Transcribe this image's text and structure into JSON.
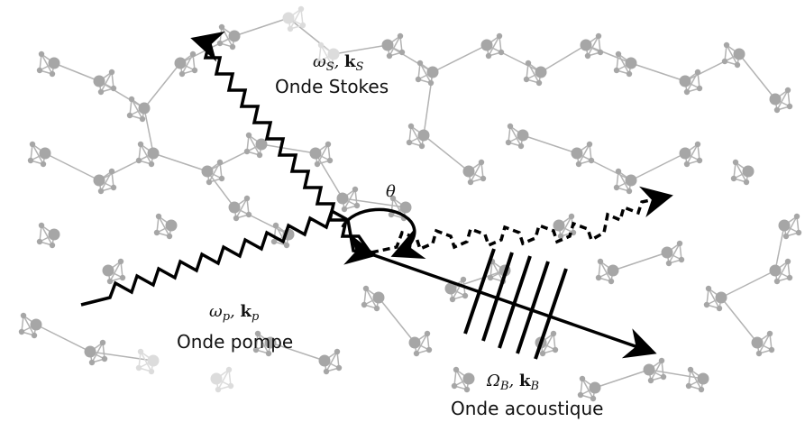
{
  "waves": {
    "stokes": {
      "omega": "ω",
      "omega_sub": "S",
      "k": "k",
      "k_sub": "S",
      "label": "Onde Stokes"
    },
    "pump": {
      "omega": "ω",
      "omega_sub": "p",
      "k": "k",
      "k_sub": "p",
      "label": "Onde pompe"
    },
    "acoustic": {
      "omega": "Ω",
      "omega_sub": "B",
      "k": "k",
      "k_sub": "B",
      "label": "Onde acoustique"
    }
  },
  "angle": "θ",
  "colors": {
    "lattice": "#b3b3b3",
    "lattice_node": "#a6a6a6",
    "lattice_light": "#dcdcdc",
    "ink": "#000000"
  }
}
